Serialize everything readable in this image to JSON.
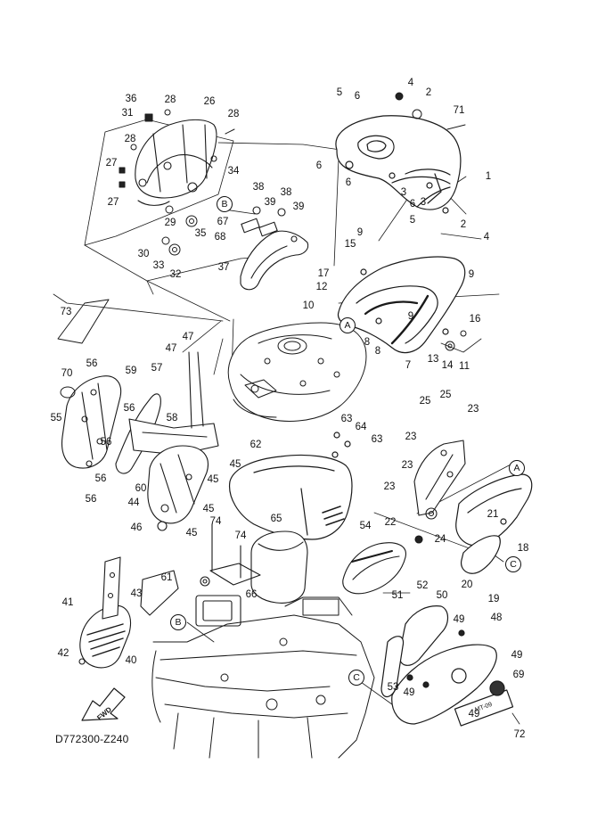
{
  "diagram": {
    "code": "D772300-Z240",
    "forward_badge": "FWD",
    "decal_text": "MT-09",
    "callouts": [
      {
        "id": "1"
      },
      {
        "id": "2"
      },
      {
        "id": "2"
      },
      {
        "id": "3"
      },
      {
        "id": "3"
      },
      {
        "id": "4"
      },
      {
        "id": "4"
      },
      {
        "id": "5"
      },
      {
        "id": "5"
      },
      {
        "id": "6"
      },
      {
        "id": "6"
      },
      {
        "id": "6"
      },
      {
        "id": "6"
      },
      {
        "id": "7"
      },
      {
        "id": "8"
      },
      {
        "id": "8"
      },
      {
        "id": "9"
      },
      {
        "id": "9"
      },
      {
        "id": "9"
      },
      {
        "id": "10"
      },
      {
        "id": "11"
      },
      {
        "id": "12"
      },
      {
        "id": "13"
      },
      {
        "id": "14"
      },
      {
        "id": "15"
      },
      {
        "id": "16"
      },
      {
        "id": "17"
      },
      {
        "id": "18"
      },
      {
        "id": "19"
      },
      {
        "id": "20"
      },
      {
        "id": "21"
      },
      {
        "id": "22"
      },
      {
        "id": "23"
      },
      {
        "id": "23"
      },
      {
        "id": "23"
      },
      {
        "id": "23"
      },
      {
        "id": "24"
      },
      {
        "id": "25"
      },
      {
        "id": "25"
      },
      {
        "id": "26"
      },
      {
        "id": "27"
      },
      {
        "id": "27"
      },
      {
        "id": "28"
      },
      {
        "id": "28"
      },
      {
        "id": "28"
      },
      {
        "id": "29"
      },
      {
        "id": "30"
      },
      {
        "id": "31"
      },
      {
        "id": "32"
      },
      {
        "id": "33"
      },
      {
        "id": "34"
      },
      {
        "id": "35"
      },
      {
        "id": "36"
      },
      {
        "id": "37"
      },
      {
        "id": "38"
      },
      {
        "id": "38"
      },
      {
        "id": "39"
      },
      {
        "id": "39"
      },
      {
        "id": "40"
      },
      {
        "id": "41"
      },
      {
        "id": "42"
      },
      {
        "id": "43"
      },
      {
        "id": "44"
      },
      {
        "id": "45"
      },
      {
        "id": "45"
      },
      {
        "id": "45"
      },
      {
        "id": "45"
      },
      {
        "id": "46"
      },
      {
        "id": "47"
      },
      {
        "id": "47"
      },
      {
        "id": "48"
      },
      {
        "id": "49"
      },
      {
        "id": "49"
      },
      {
        "id": "49"
      },
      {
        "id": "49"
      },
      {
        "id": "50"
      },
      {
        "id": "51"
      },
      {
        "id": "52"
      },
      {
        "id": "53"
      },
      {
        "id": "54"
      },
      {
        "id": "55"
      },
      {
        "id": "56"
      },
      {
        "id": "56"
      },
      {
        "id": "56"
      },
      {
        "id": "56"
      },
      {
        "id": "56"
      },
      {
        "id": "57"
      },
      {
        "id": "58"
      },
      {
        "id": "59"
      },
      {
        "id": "60"
      },
      {
        "id": "61"
      },
      {
        "id": "62"
      },
      {
        "id": "63"
      },
      {
        "id": "63"
      },
      {
        "id": "64"
      },
      {
        "id": "65"
      },
      {
        "id": "66"
      },
      {
        "id": "67"
      },
      {
        "id": "68"
      },
      {
        "id": "69"
      },
      {
        "id": "70"
      },
      {
        "id": "71"
      },
      {
        "id": "72"
      },
      {
        "id": "73"
      },
      {
        "id": "74"
      },
      {
        "id": "74"
      }
    ],
    "reference_markers": [
      {
        "letter": "A"
      },
      {
        "letter": "A"
      },
      {
        "letter": "B"
      },
      {
        "letter": "B"
      },
      {
        "letter": "C"
      },
      {
        "letter": "C"
      }
    ]
  }
}
